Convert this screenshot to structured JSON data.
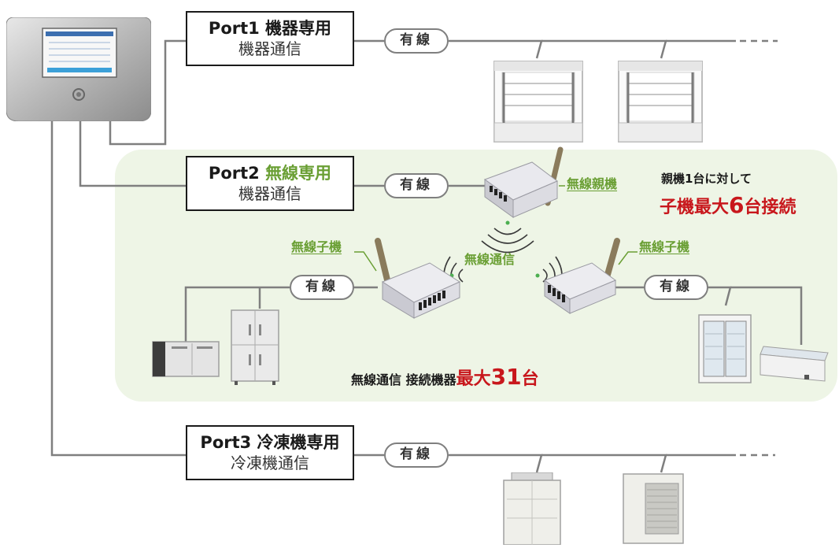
{
  "port1": {
    "title": "Port1 機器専用",
    "subtitle": "機器通信",
    "link": "有線"
  },
  "port2": {
    "title_prefix": "Port2",
    "title_highlight": "無線専用",
    "subtitle": "機器通信",
    "link": "有線"
  },
  "port3": {
    "title": "Port3 冷凍機専用",
    "subtitle": "冷凍機通信",
    "link": "有線"
  },
  "wireless": {
    "parent_label": "無線親機",
    "child_label_left": "無線子機",
    "child_label_right": "無線子機",
    "comm_label": "無線通信",
    "link_left": "有線",
    "link_right": "有線"
  },
  "notes": {
    "parent_ratio": "親機1台に対して",
    "child_max_prefix": "子機最大",
    "child_max_number": "6",
    "child_max_suffix": "台接続",
    "devices_prefix": "無線通信 接続機器",
    "devices_max_word": "最大",
    "devices_max_number": "31",
    "devices_max_suffix": "台"
  },
  "colors": {
    "accent_green": "#6a9f34",
    "accent_red": "#c8171c",
    "line_gray": "#7f7f7f",
    "zone_bg": "#eef5e6"
  },
  "icons": [
    "controller-panel",
    "showcase",
    "wireless-module",
    "antenna",
    "undercounter-fridge",
    "upright-fridge",
    "glass-door-freezer",
    "chest-freezer",
    "outdoor-unit"
  ]
}
